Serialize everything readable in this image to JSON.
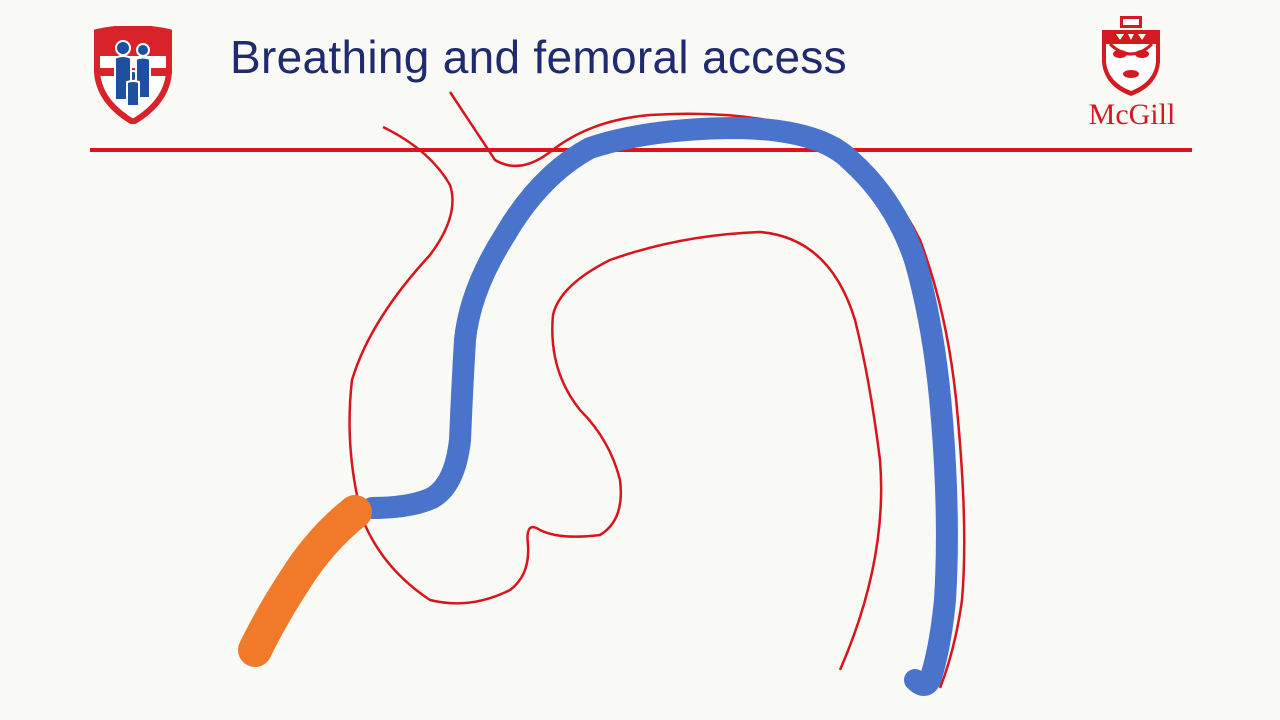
{
  "slide": {
    "title": "Breathing and femoral access"
  },
  "logos": {
    "left": {
      "icon": "hospital-shield-logo",
      "colors": [
        "#d9232a",
        "#1f4fa0",
        "#ffffff"
      ]
    },
    "right": {
      "icon": "mcgill-crest-logo",
      "label": "McGill",
      "color": "#d21a20"
    }
  },
  "diagram": {
    "colors": {
      "vessel_outline": "#d8141c",
      "catheter": "#4a74cc",
      "sheath": "#f07a2a"
    }
  }
}
